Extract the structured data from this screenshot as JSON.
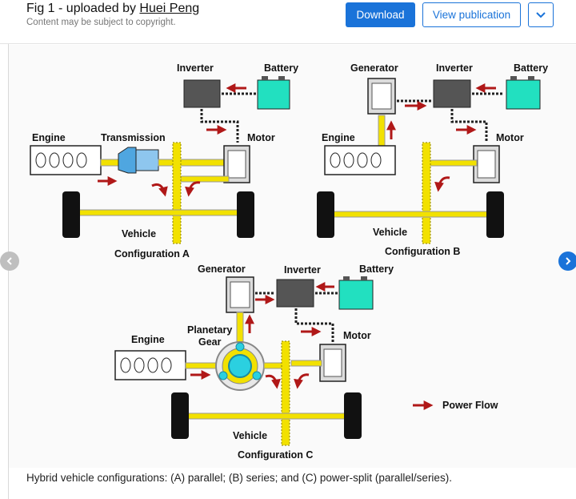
{
  "header": {
    "title_prefix": "Fig 1 - uploaded by ",
    "author": "Huei Peng",
    "subtitle": "Content may be subject to copyright.",
    "download_label": "Download",
    "view_label": "View publication",
    "more_icon": "chevron-down-icon"
  },
  "navigation": {
    "prev_icon": "chevron-left-icon",
    "next_icon": "chevron-right-icon"
  },
  "figure": {
    "config_a": {
      "inverter": "Inverter",
      "battery": "Battery",
      "engine": "Engine",
      "transmission": "Transmission",
      "motor": "Motor",
      "vehicle": "Vehicle",
      "caption": "Configuration A"
    },
    "config_b": {
      "generator": "Generator",
      "inverter": "Inverter",
      "battery": "Battery",
      "engine": "Engine",
      "motor": "Motor",
      "vehicle": "Vehicle",
      "caption": "Configuration B"
    },
    "config_c": {
      "generator": "Generator",
      "inverter": "Inverter",
      "battery": "Battery",
      "planetary": "Planetary",
      "gear": "Gear",
      "engine": "Engine",
      "motor": "Motor",
      "vehicle": "Vehicle",
      "caption": "Configuration C"
    },
    "legend": "Power Flow"
  },
  "caption": "Hybrid vehicle configurations: (A) parallel; (B) series; and (C) power-split (parallel/series).",
  "colors": {
    "accent": "#1a73d9",
    "shaft": "#f2e100",
    "battery": "#22e0c0",
    "inverter": "#555555",
    "arrow": "#b01818",
    "gear_ring": "#2bd0e0"
  }
}
